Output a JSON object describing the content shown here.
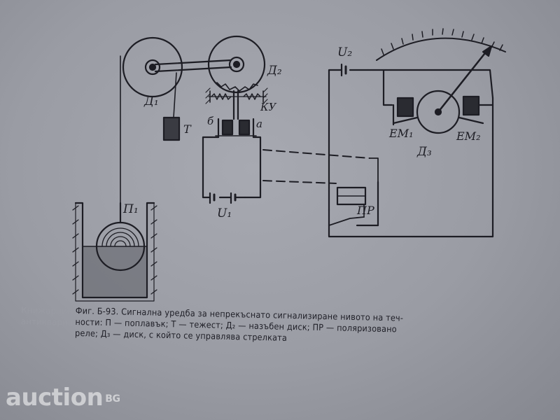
{
  "colors": {
    "paper": "#a7a9b1",
    "ink": "#1d1d24",
    "water": "#5d5f66",
    "watermark": "#ffffff"
  },
  "labels": {
    "d1": "Д₁",
    "t": "T",
    "d2": "Д₂",
    "ku": "КУ",
    "b": "б",
    "a": "а",
    "u1": "U₁",
    "p1": "П₁",
    "u2": "U₂",
    "em1": "ЕМ₁",
    "em2": "ЕМ₂",
    "d3": "Д₃",
    "pr": "ПР"
  },
  "caption": {
    "line1": "Фиг. Б-93. Сигнална уредба за непрекъснато сигнализиране нивото на теч-",
    "line2": "ности: П — поплавък; Т — тежест; Д₂ — назъбен диск; ПР — поляризовано",
    "line3": "реле; Д₃ — диск, с който се управлява стрелката"
  },
  "ghost_text": {
    "line1": "Книжарница",
    "line2": "антиквариат"
  },
  "watermark": {
    "text": "auction",
    "suffix": "BG"
  }
}
